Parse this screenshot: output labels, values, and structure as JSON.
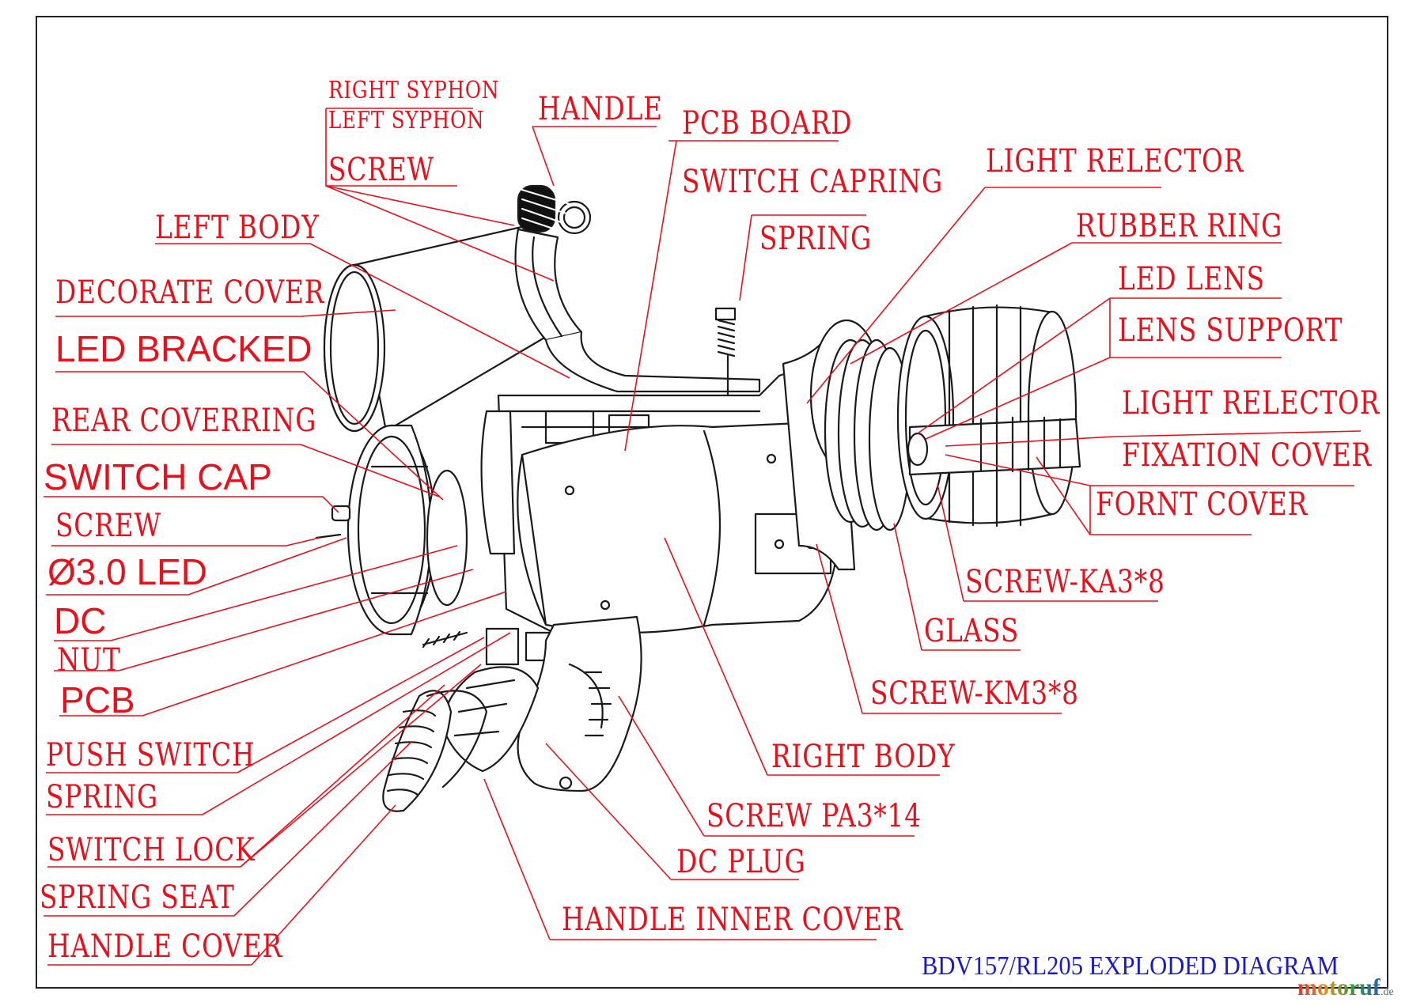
{
  "title": "BDV157/RL205 EXPLODED DIAGRAM",
  "watermark": {
    "text": "motoruf",
    "tld": ".de"
  },
  "colors": {
    "label": "#e8101a",
    "leader": "#e8101a",
    "title": "#1a1ac8",
    "drawing": "#1a1a1a"
  },
  "labels": [
    {
      "id": "right-syphon",
      "text": "RIGHT SYPHON"
    },
    {
      "id": "left-syphon",
      "text": "LEFT SYPHON"
    },
    {
      "id": "screw-top",
      "text": "SCREW"
    },
    {
      "id": "handle",
      "text": "HANDLE"
    },
    {
      "id": "pcb-board",
      "text": "PCB BOARD"
    },
    {
      "id": "switch-capring",
      "text": "SWITCH CAPRING"
    },
    {
      "id": "spring-top",
      "text": "SPRING"
    },
    {
      "id": "light-relector-top",
      "text": "LIGHT RELECTOR"
    },
    {
      "id": "rubber-ring",
      "text": "RUBBER RING"
    },
    {
      "id": "led-lens",
      "text": "LED LENS"
    },
    {
      "id": "lens-support",
      "text": "LENS SUPPORT"
    },
    {
      "id": "left-body",
      "text": "LEFT BODY"
    },
    {
      "id": "decorate-cover",
      "text": "DECORATE COVER"
    },
    {
      "id": "led-bracked",
      "text": "LED BRACKED"
    },
    {
      "id": "rear-coverring",
      "text": "REAR COVERRING"
    },
    {
      "id": "switch-cap",
      "text": "SWITCH CAP"
    },
    {
      "id": "screw-left",
      "text": "SCREW"
    },
    {
      "id": "led-30",
      "text": "Ø3.0 LED"
    },
    {
      "id": "dc",
      "text": "DC"
    },
    {
      "id": "nut",
      "text": "NUT"
    },
    {
      "id": "pcb",
      "text": "PCB"
    },
    {
      "id": "push-switch",
      "text": "PUSH SWITCH"
    },
    {
      "id": "spring-left",
      "text": "SPRING"
    },
    {
      "id": "switch-lock",
      "text": "SWITCH LOCK"
    },
    {
      "id": "spring-seat",
      "text": "SPRING SEAT"
    },
    {
      "id": "handle-cover",
      "text": "HANDLE COVER"
    },
    {
      "id": "light-relector-right",
      "text": "LIGHT RELECTOR"
    },
    {
      "id": "fixation-cover",
      "text": "FIXATION COVER"
    },
    {
      "id": "fornt-cover",
      "text": "FORNT COVER"
    },
    {
      "id": "screw-ka3",
      "text": "SCREW-KA3*8"
    },
    {
      "id": "glass",
      "text": "GLASS"
    },
    {
      "id": "screw-km3",
      "text": "SCREW-KM3*8"
    },
    {
      "id": "right-body",
      "text": "RIGHT BODY"
    },
    {
      "id": "screw-pa3",
      "text": "SCREW PA3*14"
    },
    {
      "id": "dc-plug",
      "text": "DC PLUG"
    },
    {
      "id": "handle-inner-cover",
      "text": "HANDLE INNER COVER"
    }
  ]
}
